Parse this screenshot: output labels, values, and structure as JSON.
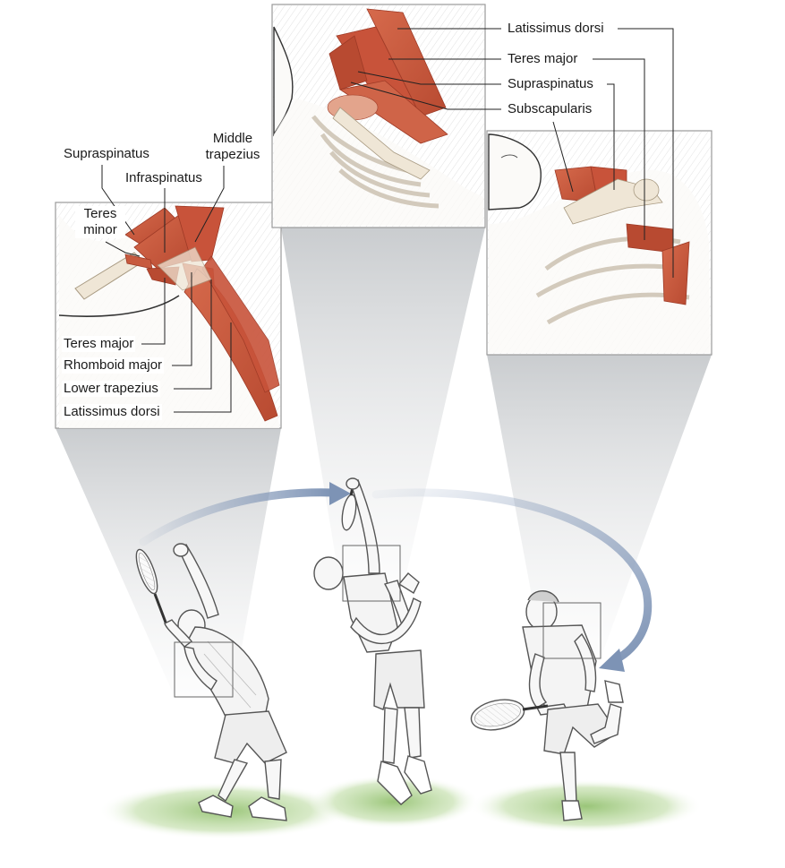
{
  "figure": {
    "panels": [
      {
        "id": "back-shoulder",
        "labels": [
          "Supraspinatus",
          "Middle trapezius",
          "Infraspinatus",
          "Teres minor",
          "Teres major",
          "Rhomboid major",
          "Lower trapezius",
          "Latissimus dorsi"
        ]
      },
      {
        "id": "top-shoulder",
        "labels": [
          "Latissimus dorsi",
          "Teres major",
          "Supraspinatus",
          "Subscapularis"
        ]
      }
    ],
    "figures": [
      "serve-preparation",
      "serve-contact",
      "serve-follow-through"
    ],
    "colors": {
      "muscle": "#c8533a",
      "muscle_dark": "#9e3a26",
      "bone": "#efe6d6",
      "arrow": "#7d93b5",
      "grass": "#8fbf6a",
      "line": "#333333",
      "sketch": "#666666"
    }
  }
}
